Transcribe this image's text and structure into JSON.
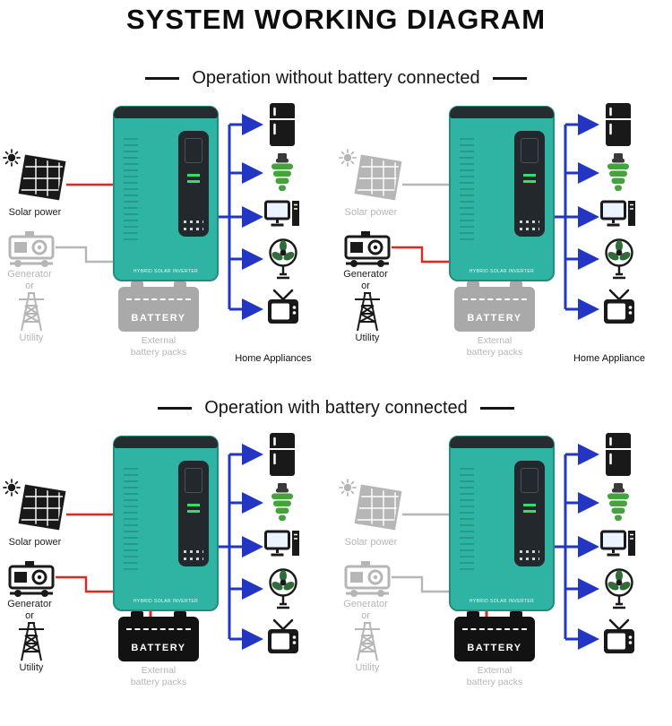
{
  "title": "SYSTEM WORKING DIAGRAM",
  "sections": [
    {
      "title": "Operation without battery connected"
    },
    {
      "title": "Operation with battery connected"
    }
  ],
  "quadrants": [
    {
      "position": "top-left",
      "solar_label": "Solar power",
      "generator_label": "Generator",
      "or_label": "or",
      "utility_label": "Utility",
      "battery_label": "BATTERY",
      "external_line1": "External",
      "external_line2": "battery packs",
      "appliances_label": "Home Appliances",
      "inverter_text": "HYBRID SOLAR INVERTER",
      "active_sources": [
        "solar"
      ],
      "inactive_sources": [
        "generator",
        "utility",
        "battery"
      ]
    },
    {
      "position": "top-right",
      "solar_label": "Solar power",
      "generator_label": "Generator",
      "or_label": "or",
      "utility_label": "Utility",
      "battery_label": "BATTERY",
      "external_line1": "External",
      "external_line2": "battery packs",
      "appliances_label": "Home Appliance",
      "inverter_text": "HYBRID SOLAR INVERTER",
      "active_sources": [
        "generator",
        "utility"
      ],
      "inactive_sources": [
        "solar",
        "battery"
      ]
    },
    {
      "position": "bottom-left",
      "solar_label": "Solar power",
      "generator_label": "Generator",
      "or_label": "or",
      "utility_label": "Utility",
      "battery_label": "BATTERY",
      "external_line1": "External",
      "external_line2": "battery packs",
      "inverter_text": "HYBRID SOLAR INVERTER",
      "active_sources": [
        "solar",
        "generator",
        "utility",
        "battery"
      ],
      "inactive_sources": []
    },
    {
      "position": "bottom-right",
      "solar_label": "Solar power",
      "generator_label": "Generator",
      "or_label": "or",
      "utility_label": "Utility",
      "battery_label": "BATTERY",
      "external_line1": "External",
      "external_line2": "battery packs",
      "inverter_text": "HYBRID SOLAR INVERTER",
      "active_sources": [
        "battery"
      ],
      "inactive_sources": [
        "solar",
        "generator",
        "utility"
      ]
    }
  ],
  "icons": {
    "sun-icon": "sun rays glyph",
    "solar-panel-icon": "tilted grid panel",
    "generator-icon": "engine generator",
    "utility-pole-icon": "transmission tower",
    "inverter-unit": "teal hybrid solar inverter",
    "battery-icon": "battery pack box",
    "fridge-icon": "refrigerator",
    "cfl-bulb-icon": "green spiral bulb",
    "computer-icon": "monitor with tower",
    "fan-icon": "pedestal fan",
    "tv-icon": "CRT television with antenna",
    "arrow-right-icon": "blue power flow arrow"
  },
  "colors": {
    "accent-teal": "#2fb3a3",
    "inverter-dark": "#272c31",
    "arrow-blue": "#2236c3",
    "wire-red": "#e42621",
    "inactive-gray": "#b6b6b6",
    "icon-black": "#191919",
    "bulb-green": "#46a33c",
    "fan-green": "#2f6c3a",
    "battery-black": "#121212",
    "battery-gray": "#a9a9a9",
    "screen-blue": "#eaf3ff"
  }
}
